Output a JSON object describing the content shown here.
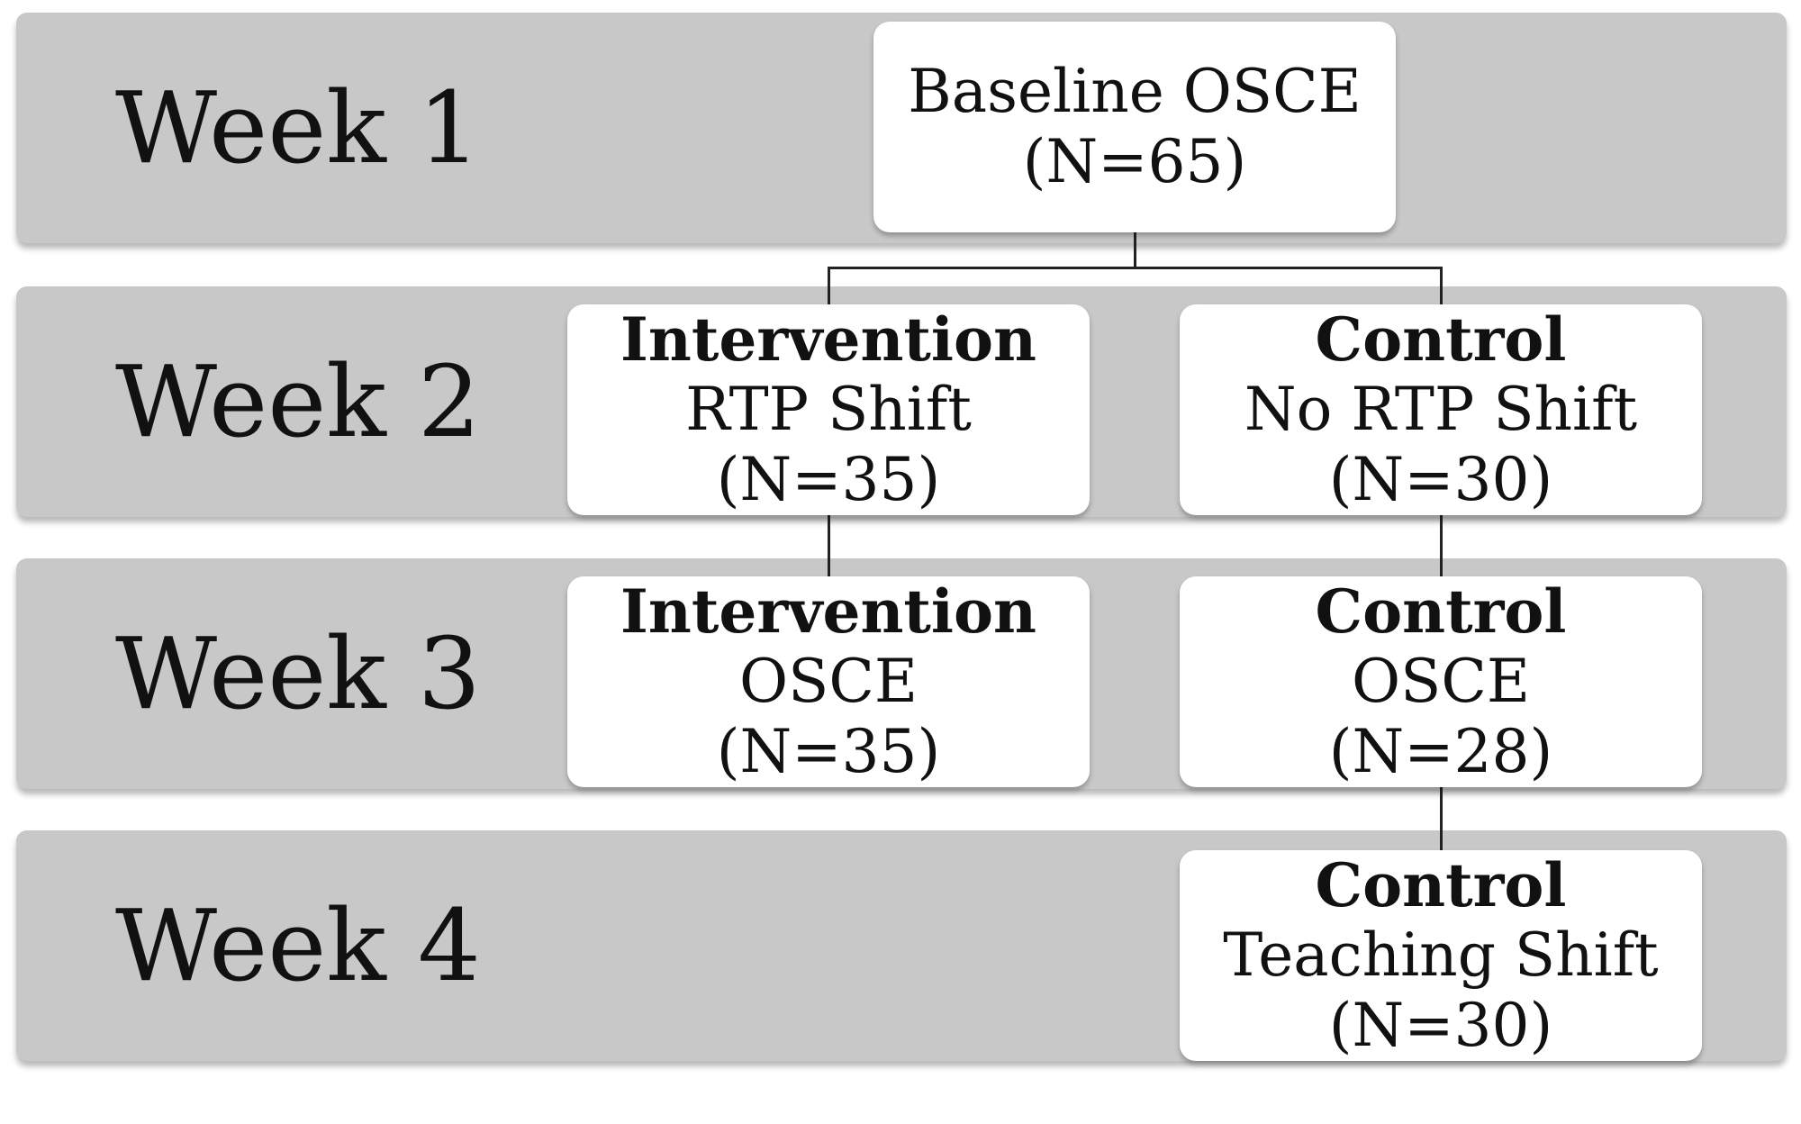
{
  "weeks": [
    {
      "label": "Week 1"
    },
    {
      "label": "Week 2"
    },
    {
      "label": "Week 3"
    },
    {
      "label": "Week 4"
    }
  ],
  "nodes": {
    "baseline": {
      "line1": "Baseline OSCE",
      "line2": "(N=65)"
    },
    "week2_intervention": {
      "heading": "Intervention",
      "line1": "RTP Shift",
      "line2": "(N=35)"
    },
    "week2_control": {
      "heading": "Control",
      "line1": "No RTP Shift",
      "line2": "(N=30)"
    },
    "week3_intervention": {
      "heading": "Intervention",
      "line1": "OSCE",
      "line2": "(N=35)"
    },
    "week3_control": {
      "heading": "Control",
      "line1": "OSCE",
      "line2": "(N=28)"
    },
    "week4_control": {
      "heading": "Control",
      "line1": "Teaching Shift",
      "line2": "(N=30)"
    }
  },
  "colors": {
    "band": "#c8c8c8",
    "node": "#ffffff",
    "connector": "#222222",
    "text": "#111111"
  }
}
